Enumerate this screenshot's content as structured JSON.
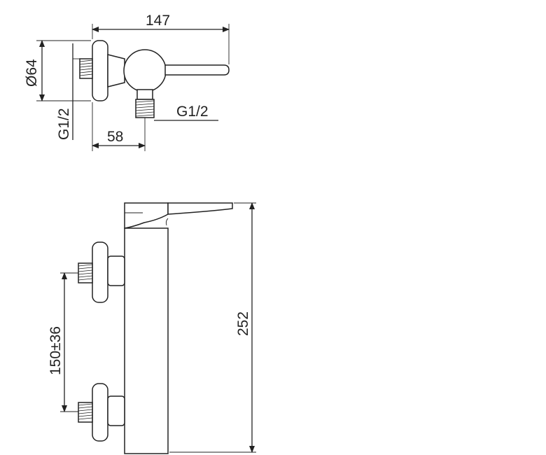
{
  "dimensions": {
    "width_total": "147",
    "flange_diameter": "Ø64",
    "inlet_thread": "G1/2",
    "outlet_thread": "G1/2",
    "outlet_offset": "58",
    "height_total": "252",
    "inlet_spacing": "150±36"
  },
  "colors": {
    "line": "#222222",
    "background": "#ffffff"
  }
}
